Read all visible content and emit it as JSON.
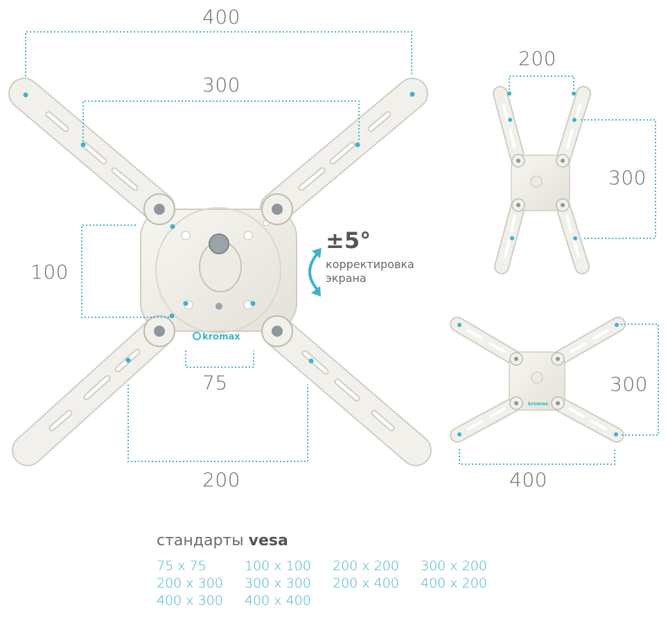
{
  "main_dims": {
    "top_outer": "400",
    "top_inner": "300",
    "left": "100",
    "bottom_inner": "75",
    "bottom_outer": "200"
  },
  "tilt": {
    "angle": "±5°",
    "label_line1": "корректировка",
    "label_line2": "экрана"
  },
  "vertical_view": {
    "top": "200",
    "side": "300"
  },
  "horizontal_view": {
    "side": "300",
    "bottom": "400"
  },
  "brand": "kromax",
  "vesa": {
    "title_prefix": "стандарты",
    "title_bold": "vesa",
    "sizes": [
      "75 x 75",
      "100 x 100",
      "200 x 200",
      "300 x 200",
      "200 x 300",
      "300 x 300",
      "200 x 400",
      "400 x 200",
      "400 x 300",
      "400 x 400"
    ]
  },
  "colors": {
    "accent": "#3fb2cc",
    "text": "#6a6a6a",
    "bracket": "#f1f0ea"
  }
}
